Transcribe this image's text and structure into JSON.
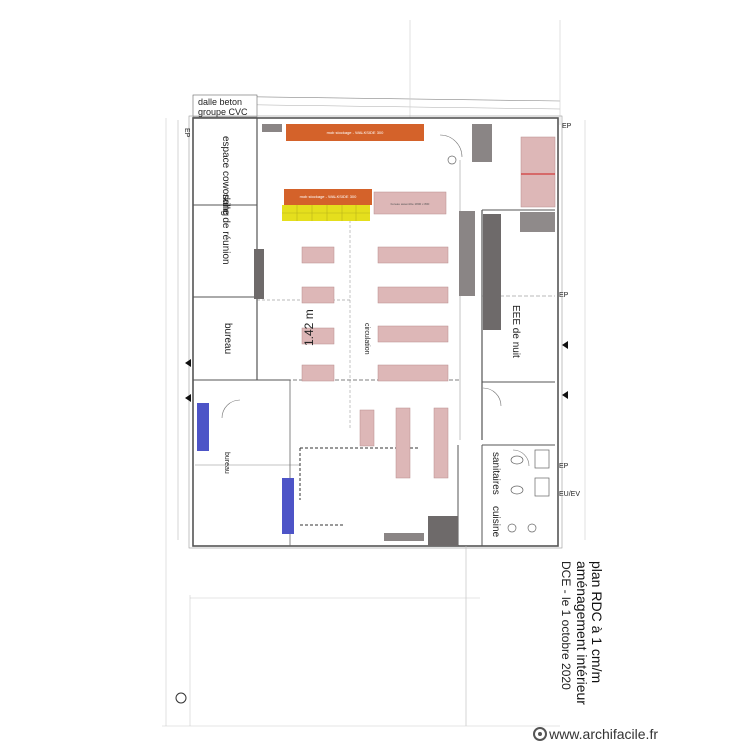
{
  "plan": {
    "header_note_1": "dalle beton",
    "header_note_2": "groupe CVC",
    "rooms": {
      "coworking": "espace coworking",
      "reunion": "salle de réunion",
      "bureau": "bureau",
      "bureau_lower": "bureau",
      "circulation": "circulation",
      "eee": "EEE de nuit",
      "sanitaires": "sanitaires",
      "cuisine": "cuisine"
    },
    "furniture": {
      "orange_1": "mob stockage - WALKSIDE 300",
      "orange_2": "mob stockage - WALKSIDE 300",
      "pink_desk": "bureau assemble 1800 x 800"
    },
    "dimension": "1.42 m",
    "side_tags": {
      "ep_top_left": "EP",
      "ep_top_right": "EP",
      "ep_mid_right": "EP",
      "ep_lower_right": "EP",
      "euev": "EU/EV"
    },
    "cartouche": {
      "line1": "plan RDC à 1 cm/m",
      "line2": "aménagement intérieur",
      "line3": "DCE - le 1 octobre 2020"
    }
  },
  "watermark": {
    "text": "www.archifacile.fr",
    "icon": "archifacile-logo-icon"
  },
  "colors": {
    "orange": "#d4622a",
    "yellow": "#e5df1d",
    "pink": "#ddb7b7",
    "grey": "#6e6a6a",
    "blue": "#4d54c7"
  }
}
